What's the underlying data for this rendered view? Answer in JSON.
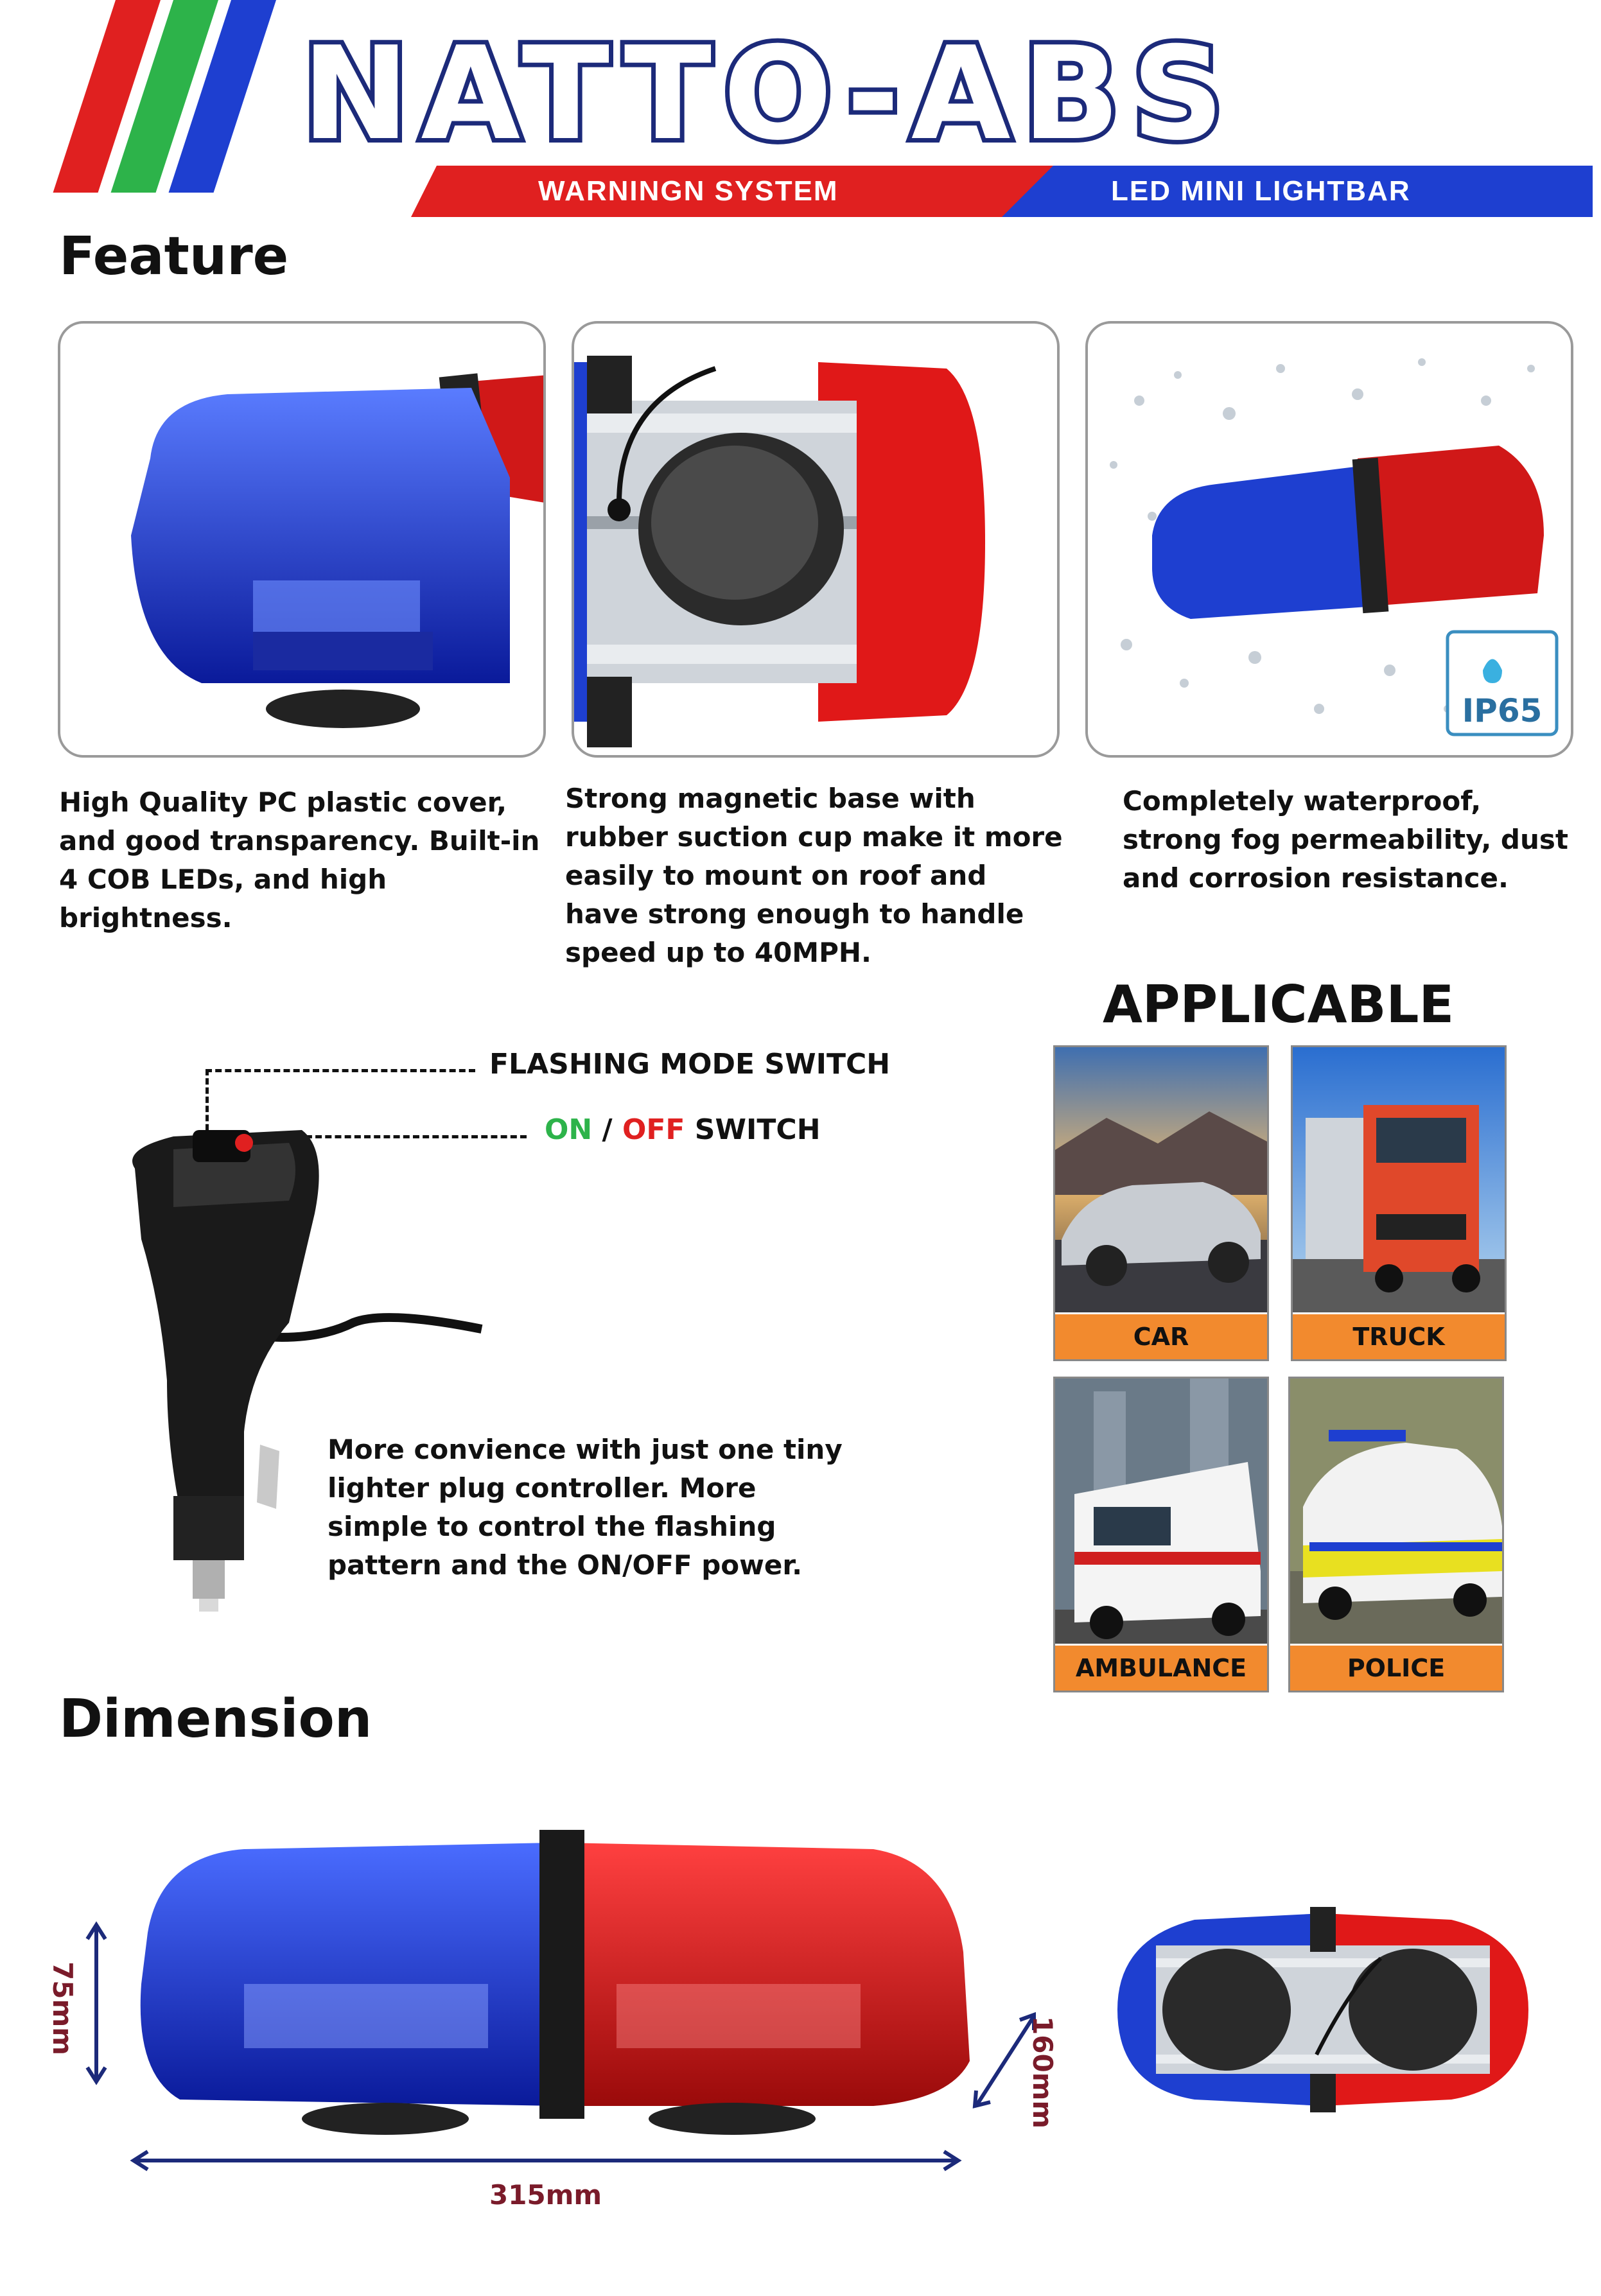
{
  "header": {
    "brand": "NATTO-ABS",
    "band_left": "WARNINGN SYSTEM",
    "band_right": "LED MINI LIGHTBAR",
    "colors": {
      "red": "#e02020",
      "green": "#2db34a",
      "blue": "#1e3fd0",
      "navy": "#1c2a7a"
    }
  },
  "feature": {
    "title": "Feature",
    "cards": [
      {
        "description": "High Quality PC plastic cover, and good transparency. Built-in 4 COB LEDs, and high brightness."
      },
      {
        "description": "Strong magnetic base with rubber suction cup make it more easily to mount on roof and have strong enough to handle speed up to 40MPH."
      },
      {
        "description": "Completely waterproof, strong fog permeability, dust and corrosion resistance.",
        "badge": "IP65"
      }
    ]
  },
  "controller": {
    "flashing_label": "FLASHING MODE SWITCH",
    "on_label": "ON",
    "slash": " / ",
    "off_label": "OFF",
    "switch_label": " SWITCH",
    "description": "More convience with just one tiny lighter plug controller. More simple to control the flashing pattern and the ON/OFF power."
  },
  "applicable": {
    "title": "APPLICABLE",
    "items": [
      {
        "label": "CAR"
      },
      {
        "label": "TRUCK"
      },
      {
        "label": "AMBULANCE"
      },
      {
        "label": "POLICE"
      }
    ]
  },
  "dimension": {
    "title": "Dimension",
    "height": "75mm",
    "width": "160mm",
    "length": "315mm"
  }
}
